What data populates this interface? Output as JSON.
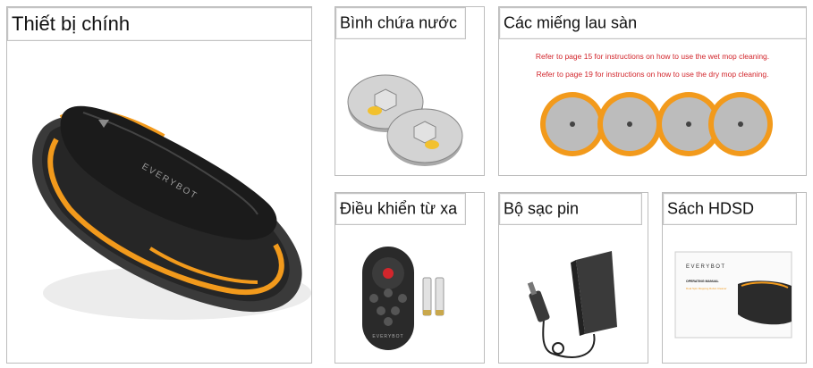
{
  "panels": {
    "main_device": {
      "title": "Thiết bị chính",
      "logo": "EVERYBOT"
    },
    "water_tank": {
      "title": "Bình chứa nước"
    },
    "mop_pads": {
      "title": "Các miếng lau sàn",
      "note_wet": "Refer to page 15 for instructions on how to use the wet mop cleaning.",
      "note_dry": "Refer to page 19 for instructions on how to use the dry mop cleaning."
    },
    "remote": {
      "title": "Điều khiển từ xa",
      "logo": "EVERYBOT"
    },
    "charger": {
      "title": "Bộ sạc pin"
    },
    "manual": {
      "title": "Sách HDSD",
      "logo": "EVERYBOT",
      "heading": "OPERATING MANUAL",
      "subtitle": "Dual Spin Mopping Robot Cleaner"
    }
  },
  "colors": {
    "accent_orange": "#f29a1c",
    "note_red": "#d2262c",
    "device_dark": "#2b2b2b",
    "pad_gray": "#bcbcbc"
  }
}
